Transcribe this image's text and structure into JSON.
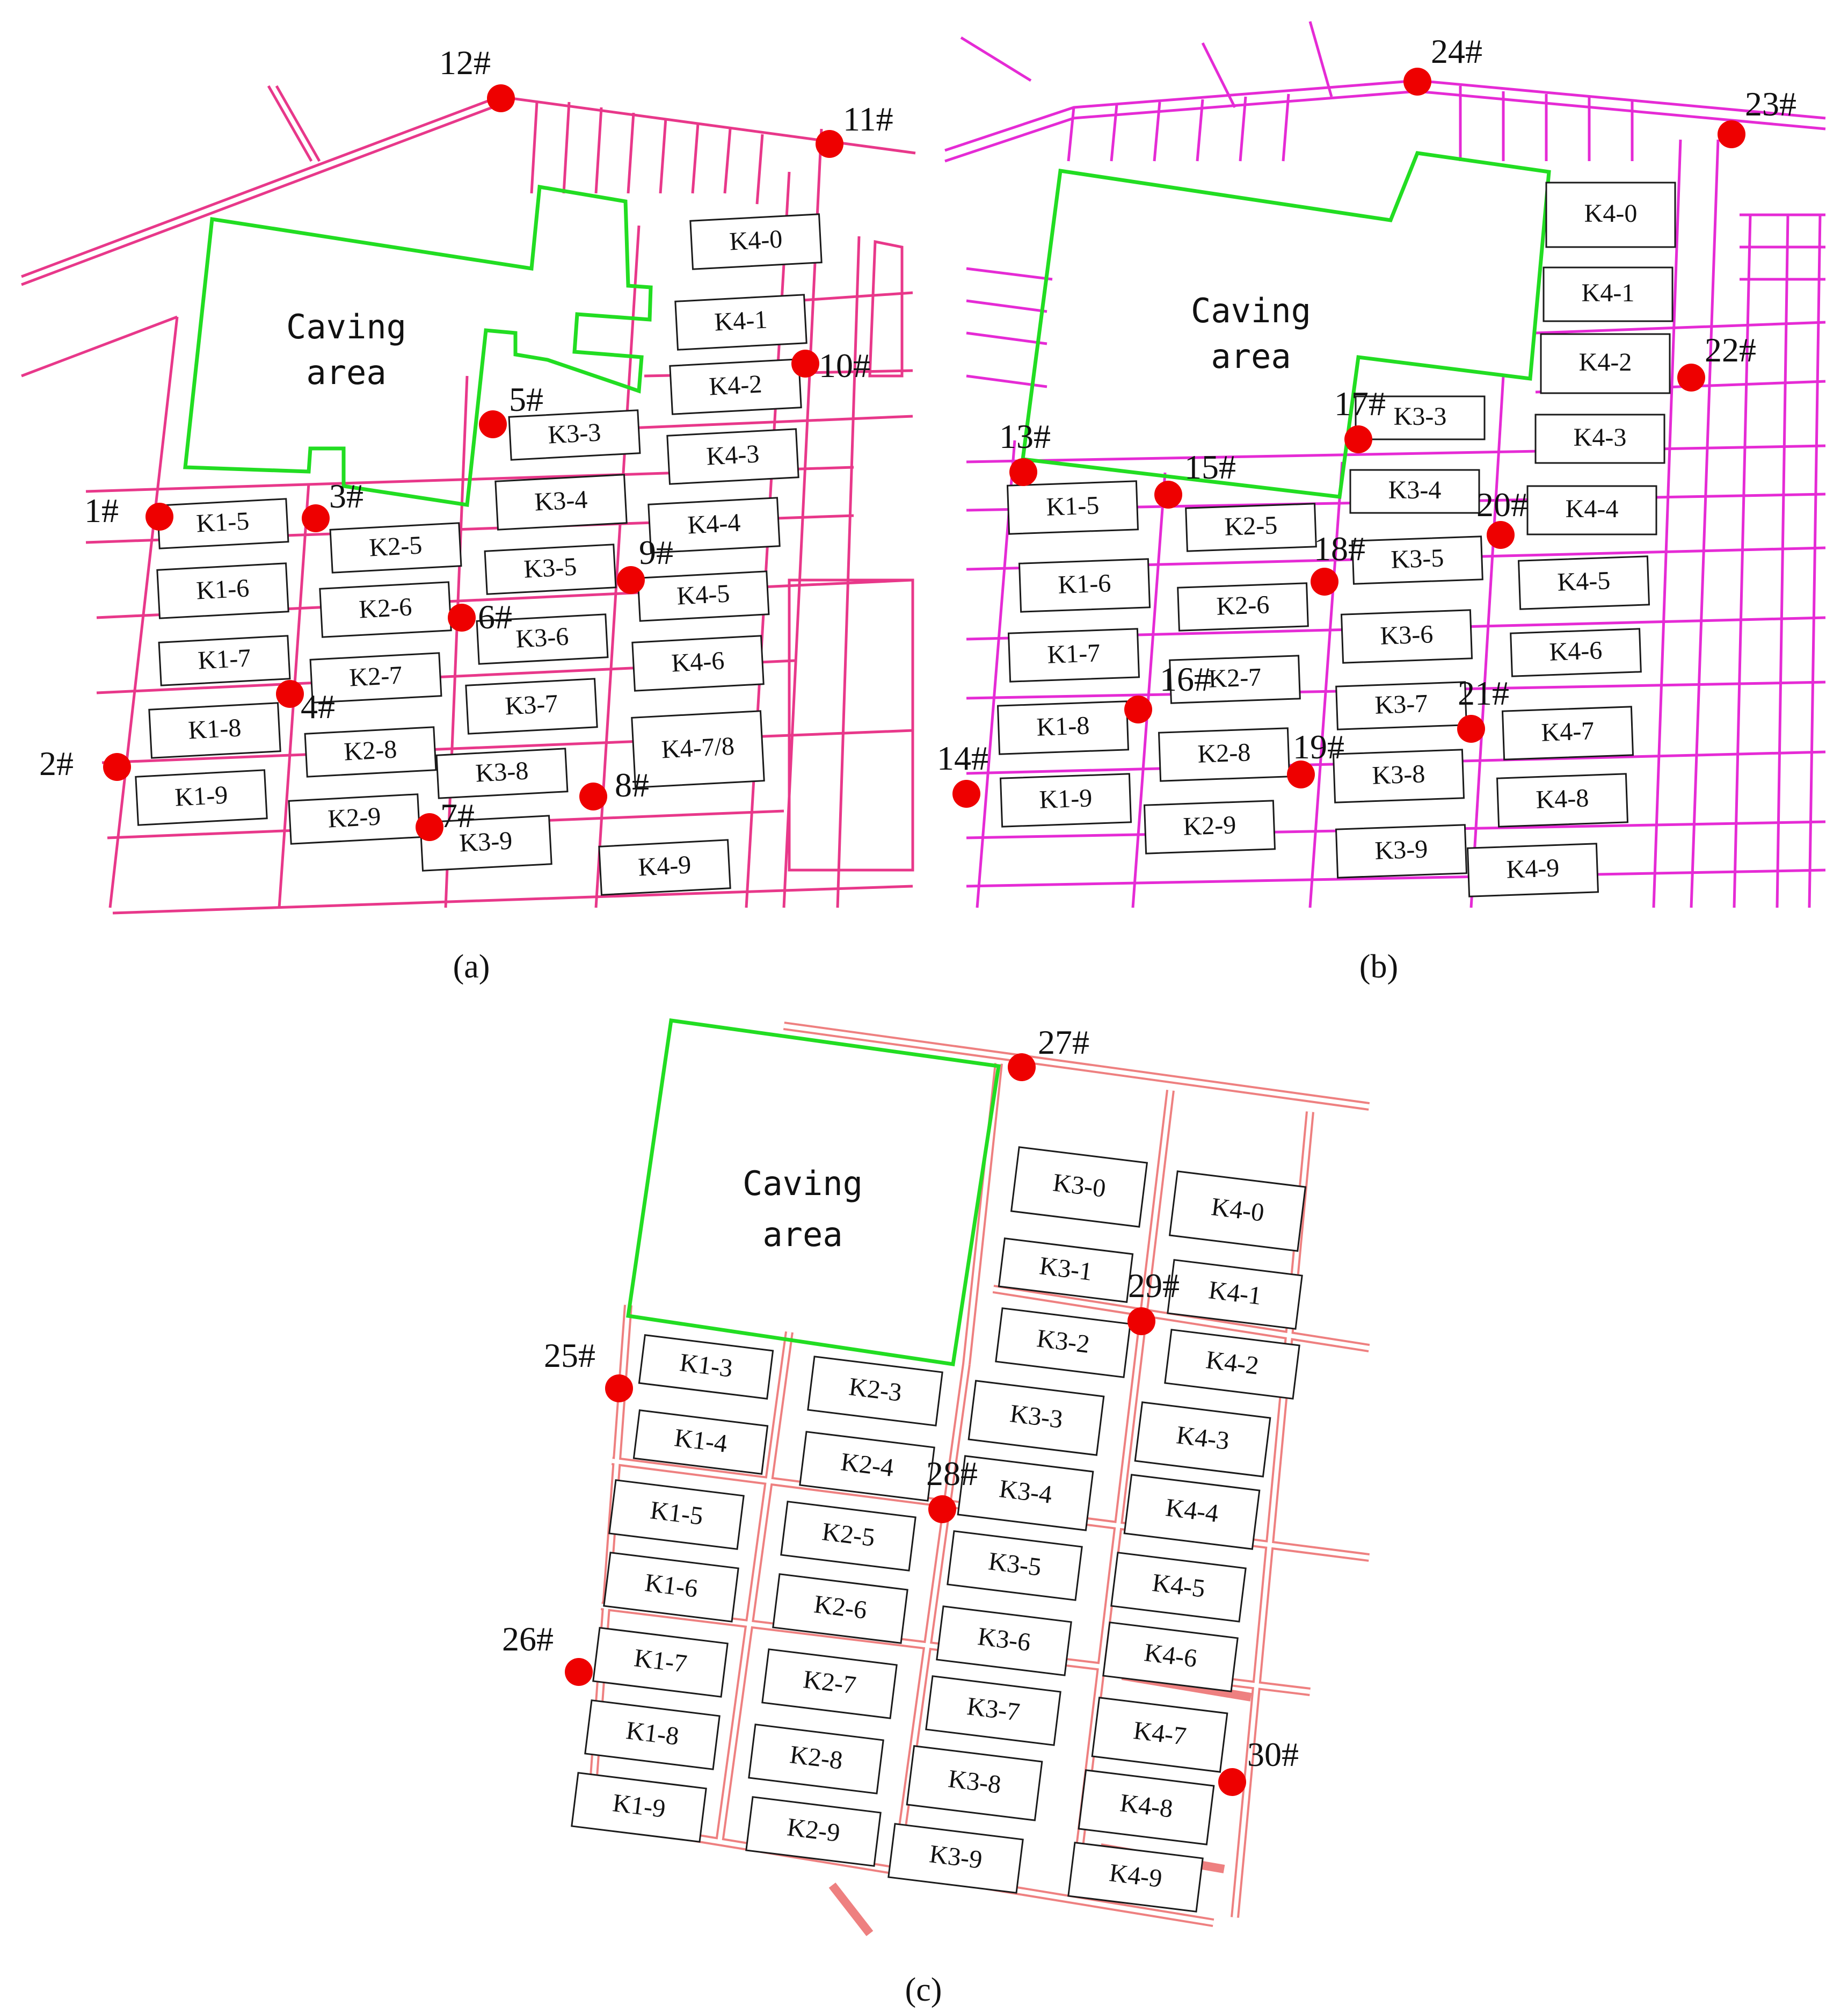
{
  "cave_label_line1": "Caving",
  "cave_label_line2": "area",
  "panels": [
    {
      "id": "a",
      "caption": "(a)",
      "stopes": [
        "K4-0",
        "K4-1",
        "K4-2",
        "K4-3",
        "K3-3",
        "K3-4",
        "K4-4",
        "K1-5",
        "K2-5",
        "K3-5",
        "K4-5",
        "K1-6",
        "K2-6",
        "K3-6",
        "K4-6",
        "K1-7",
        "K2-7",
        "K3-7",
        "K4-7/8",
        "K1-8",
        "K2-8",
        "K3-8",
        "K1-9",
        "K2-9",
        "K3-9",
        "K4-9"
      ],
      "points": [
        "12#",
        "11#",
        "10#",
        "5#",
        "1#",
        "3#",
        "9#",
        "6#",
        "4#",
        "2#",
        "8#",
        "7#"
      ]
    },
    {
      "id": "b",
      "caption": "(b)",
      "stopes": [
        "K4-0",
        "K4-1",
        "K4-2",
        "K3-3",
        "K4-3",
        "K3-4",
        "K4-4",
        "K1-5",
        "K2-5",
        "K3-5",
        "K4-5",
        "K1-6",
        "K2-6",
        "K3-6",
        "K4-6",
        "K1-7",
        "K2-7",
        "K3-7",
        "K4-7",
        "K1-8",
        "K2-8",
        "K3-8",
        "K4-8",
        "K1-9",
        "K2-9",
        "K3-9",
        "K4-9"
      ],
      "points": [
        "24#",
        "23#",
        "22#",
        "13#",
        "15#",
        "17#",
        "20#",
        "18#",
        "16#",
        "21#",
        "14#",
        "19#"
      ]
    },
    {
      "id": "c",
      "caption": "(c)",
      "stopes": [
        "K3-0",
        "K4-0",
        "K3-1",
        "K4-1",
        "K3-2",
        "K4-2",
        "K1-3",
        "K2-3",
        "K3-3",
        "K4-3",
        "K1-4",
        "K2-4",
        "K3-4",
        "K4-4",
        "K1-5",
        "K2-5",
        "K3-5",
        "K4-5",
        "K1-6",
        "K2-6",
        "K3-6",
        "K4-6",
        "K1-7",
        "K2-7",
        "K3-7",
        "K4-7",
        "K1-8",
        "K2-8",
        "K3-8",
        "K4-8",
        "K1-9",
        "K2-9",
        "K3-9",
        "K4-9"
      ],
      "points": [
        "27#",
        "29#",
        "25#",
        "28#",
        "26#",
        "30#"
      ]
    }
  ]
}
